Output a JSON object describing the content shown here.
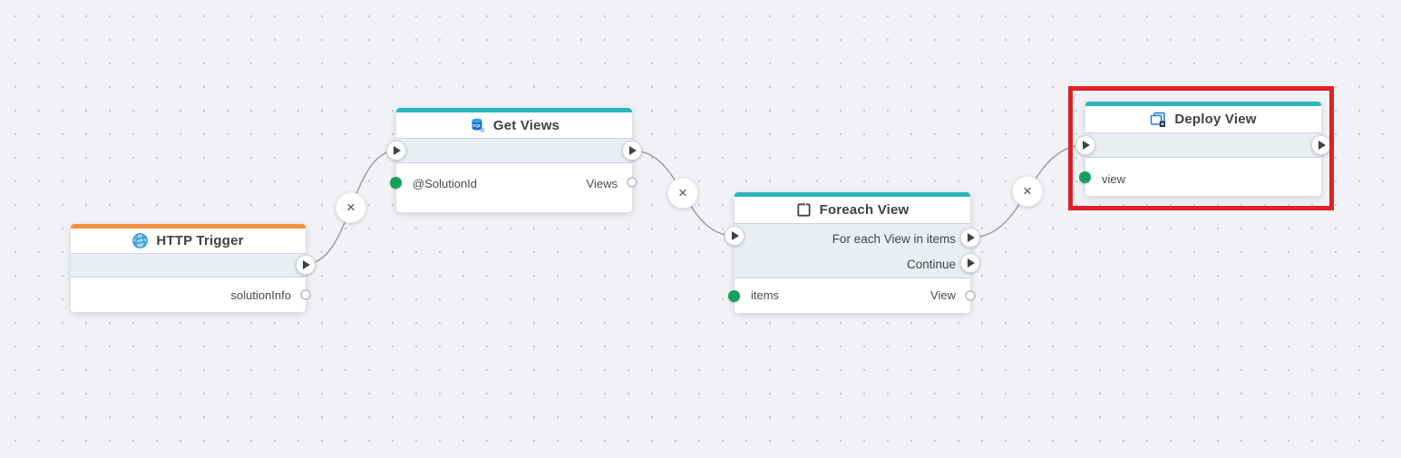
{
  "canvas": {
    "background_color": "#f1f2f5",
    "grid_dot_color": "#c7cad0"
  },
  "glyphs": {
    "connection_delete": "×"
  },
  "colors": {
    "trigger_accent_orange": "#f5913d",
    "action_accent_teal": "#2cb5bc",
    "input_port_green": "#17a05c",
    "edge_gray": "#9b9fa5",
    "highlight_red": "#e02026"
  },
  "nodes": [
    {
      "title": "HTTP Trigger",
      "icon": "globe-icon",
      "accent": "orange",
      "exec_rows": [
        {
          "label": ""
        }
      ],
      "io": {
        "inputs": [],
        "outputs": [
          "solutionInfo"
        ]
      }
    },
    {
      "title": "Get Views",
      "icon": "sql-database-icon",
      "accent": "teal",
      "exec_rows": [
        {
          "label": ""
        }
      ],
      "io": {
        "inputs": [
          "@SolutionId"
        ],
        "outputs": [
          "Views"
        ]
      }
    },
    {
      "title": "Foreach View",
      "icon": "loop-icon",
      "accent": "teal",
      "exec_rows": [
        {
          "label": "For each View in items"
        },
        {
          "label": "Continue"
        }
      ],
      "io": {
        "inputs": [
          "items"
        ],
        "outputs": [
          "View"
        ]
      }
    },
    {
      "title": "Deploy View",
      "icon": "deploy-icon",
      "accent": "teal",
      "exec_rows": [
        {
          "label": ""
        }
      ],
      "io": {
        "inputs": [
          "view"
        ],
        "outputs": []
      }
    }
  ],
  "connections": [
    {
      "from": "HTTP Trigger",
      "to": "Get Views"
    },
    {
      "from": "Get Views",
      "to": "Foreach View"
    },
    {
      "from": "Foreach View / For each View in items",
      "to": "Deploy View"
    }
  ],
  "annotation": {
    "type": "red-highlight-rectangle",
    "target": "Deploy View"
  }
}
